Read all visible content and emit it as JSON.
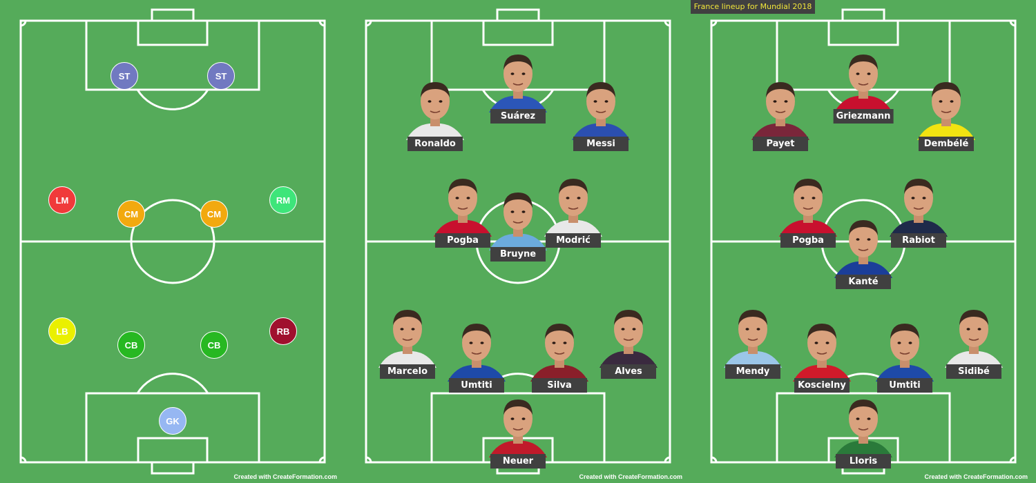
{
  "title_badge": "France lineup for Mundial 2018",
  "credit": "Created with CreateFormation.com",
  "pitch1": {
    "markers": [
      {
        "label": "ST",
        "color": "#7179c1"
      },
      {
        "label": "ST",
        "color": "#7179c1"
      },
      {
        "label": "LM",
        "color": "#f03a3a"
      },
      {
        "label": "CM",
        "color": "#f2a90f"
      },
      {
        "label": "CM",
        "color": "#f2a90f"
      },
      {
        "label": "RM",
        "color": "#3ee57a"
      },
      {
        "label": "LB",
        "color": "#eaf000"
      },
      {
        "label": "CB",
        "color": "#27b822"
      },
      {
        "label": "CB",
        "color": "#27b822"
      },
      {
        "label": "RB",
        "color": "#a0102e"
      },
      {
        "label": "GK",
        "color": "#96b7f2"
      }
    ]
  },
  "pitch2": {
    "players": [
      {
        "name": "Ronaldo",
        "kit": "#e8e8e8"
      },
      {
        "name": "Suárez",
        "kit": "#2b56b8"
      },
      {
        "name": "Messi",
        "kit": "#2b4fb0"
      },
      {
        "name": "Pogba",
        "kit": "#c8102e"
      },
      {
        "name": "Bruyne",
        "kit": "#6cabdd"
      },
      {
        "name": "Modrić",
        "kit": "#e8e8e8"
      },
      {
        "name": "Marcelo",
        "kit": "#e8e8e8"
      },
      {
        "name": "Umtiti",
        "kit": "#1e4aa8"
      },
      {
        "name": "Silva",
        "kit": "#8a1f2a"
      },
      {
        "name": "Alves",
        "kit": "#3a2a3f"
      },
      {
        "name": "Neuer",
        "kit": "#c01a2a"
      }
    ]
  },
  "pitch3": {
    "players": [
      {
        "name": "Payet",
        "kit": "#7a263a"
      },
      {
        "name": "Griezmann",
        "kit": "#c8102e"
      },
      {
        "name": "Dembélé",
        "kit": "#f2e311"
      },
      {
        "name": "Pogba",
        "kit": "#c8102e"
      },
      {
        "name": "Rabiot",
        "kit": "#1e2a4a"
      },
      {
        "name": "Kanté",
        "kit": "#1b3e99"
      },
      {
        "name": "Mendy",
        "kit": "#9bc6e8"
      },
      {
        "name": "Koscielny",
        "kit": "#d01a2a"
      },
      {
        "name": "Umtiti",
        "kit": "#1e4aa8"
      },
      {
        "name": "Sidibé",
        "kit": "#e8e8e8"
      },
      {
        "name": "Lloris",
        "kit": "#2a7a3a"
      }
    ]
  }
}
